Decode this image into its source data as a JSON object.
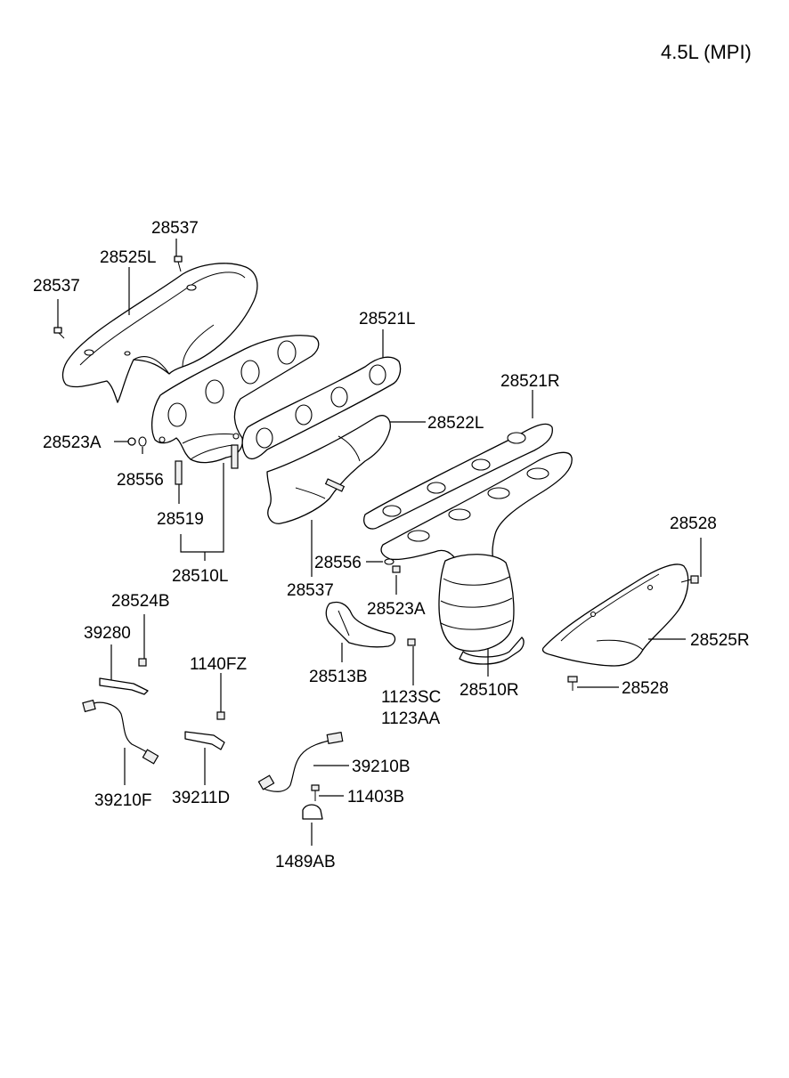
{
  "engine_label": "4.5L (MPI)",
  "parts": {
    "p28537_top": "28537",
    "p28525L": "28525L",
    "p28537_left": "28537",
    "p28521L": "28521L",
    "p28521R": "28521R",
    "p28522L": "28522L",
    "p28523A_left": "28523A",
    "p28556_left": "28556",
    "p28519": "28519",
    "p28510L": "28510L",
    "p28556_mid": "28556",
    "p28537_mid": "28537",
    "p28523A_mid": "28523A",
    "p28528_top": "28528",
    "p28525R": "28525R",
    "p28528_bottom": "28528",
    "p28524B": "28524B",
    "p39280": "39280",
    "p1140FZ": "1140FZ",
    "p28513B": "28513B",
    "p1123SC": "1123SC",
    "p1123AA": "1123AA",
    "p28510R": "28510R",
    "p39210F": "39210F",
    "p39211D": "39211D",
    "p39210B": "39210B",
    "p11403B": "11403B",
    "p1489AB": "1489AB"
  }
}
